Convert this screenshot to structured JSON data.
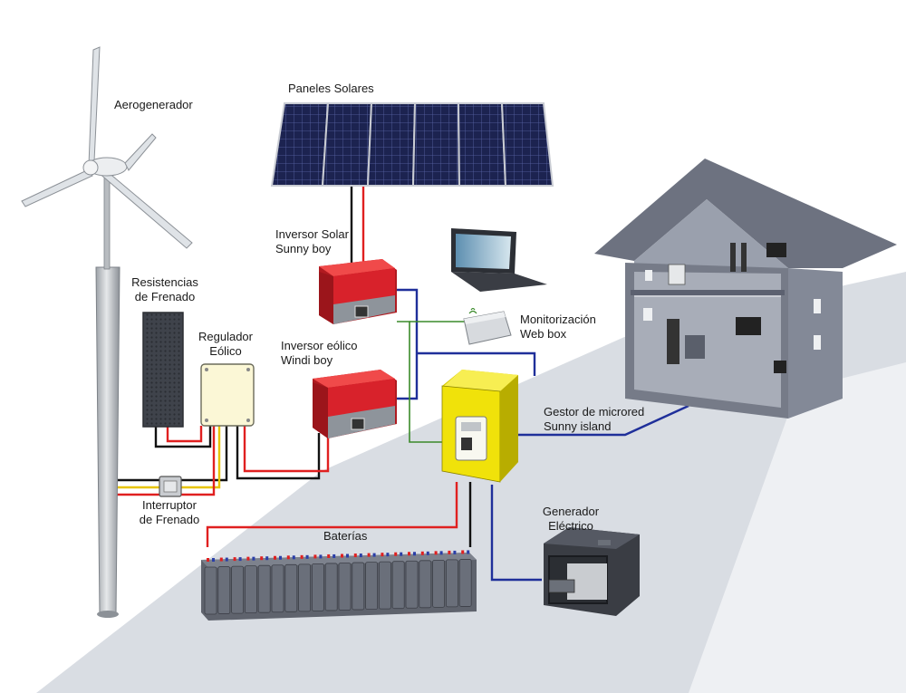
{
  "labels": {
    "wind_turbine": "Aerogenerador",
    "solar_panels": "Paneles Solares",
    "solar_inverter_1": "Inversor Solar",
    "solar_inverter_2": "Sunny boy",
    "brake_resistors_1": "Resistencias",
    "brake_resistors_2": "de Frenado",
    "wind_regulator_1": "Regulador",
    "wind_regulator_2": "Eólico",
    "wind_inverter_1": "Inversor eólico",
    "wind_inverter_2": "Windi boy",
    "monitoring_1": "Monitorización",
    "monitoring_2": "Web box",
    "microgrid_1": "Gestor de microred",
    "microgrid_2": "Sunny island",
    "brake_switch_1": "Interruptor",
    "brake_switch_2": "de Frenado",
    "batteries": "Baterías",
    "generator_1": "Generador",
    "generator_2": "Eléctrico"
  },
  "colors": {
    "dc_positive": "#e02020",
    "dc_negative": "#111111",
    "ac_line": "#1f2f9a",
    "data_line": "#3a8a2a",
    "inverter_red": "#d8222b",
    "island_yellow": "#f0e20a",
    "house_wall": "#7a7f8c",
    "ground": "#d9dde3"
  }
}
